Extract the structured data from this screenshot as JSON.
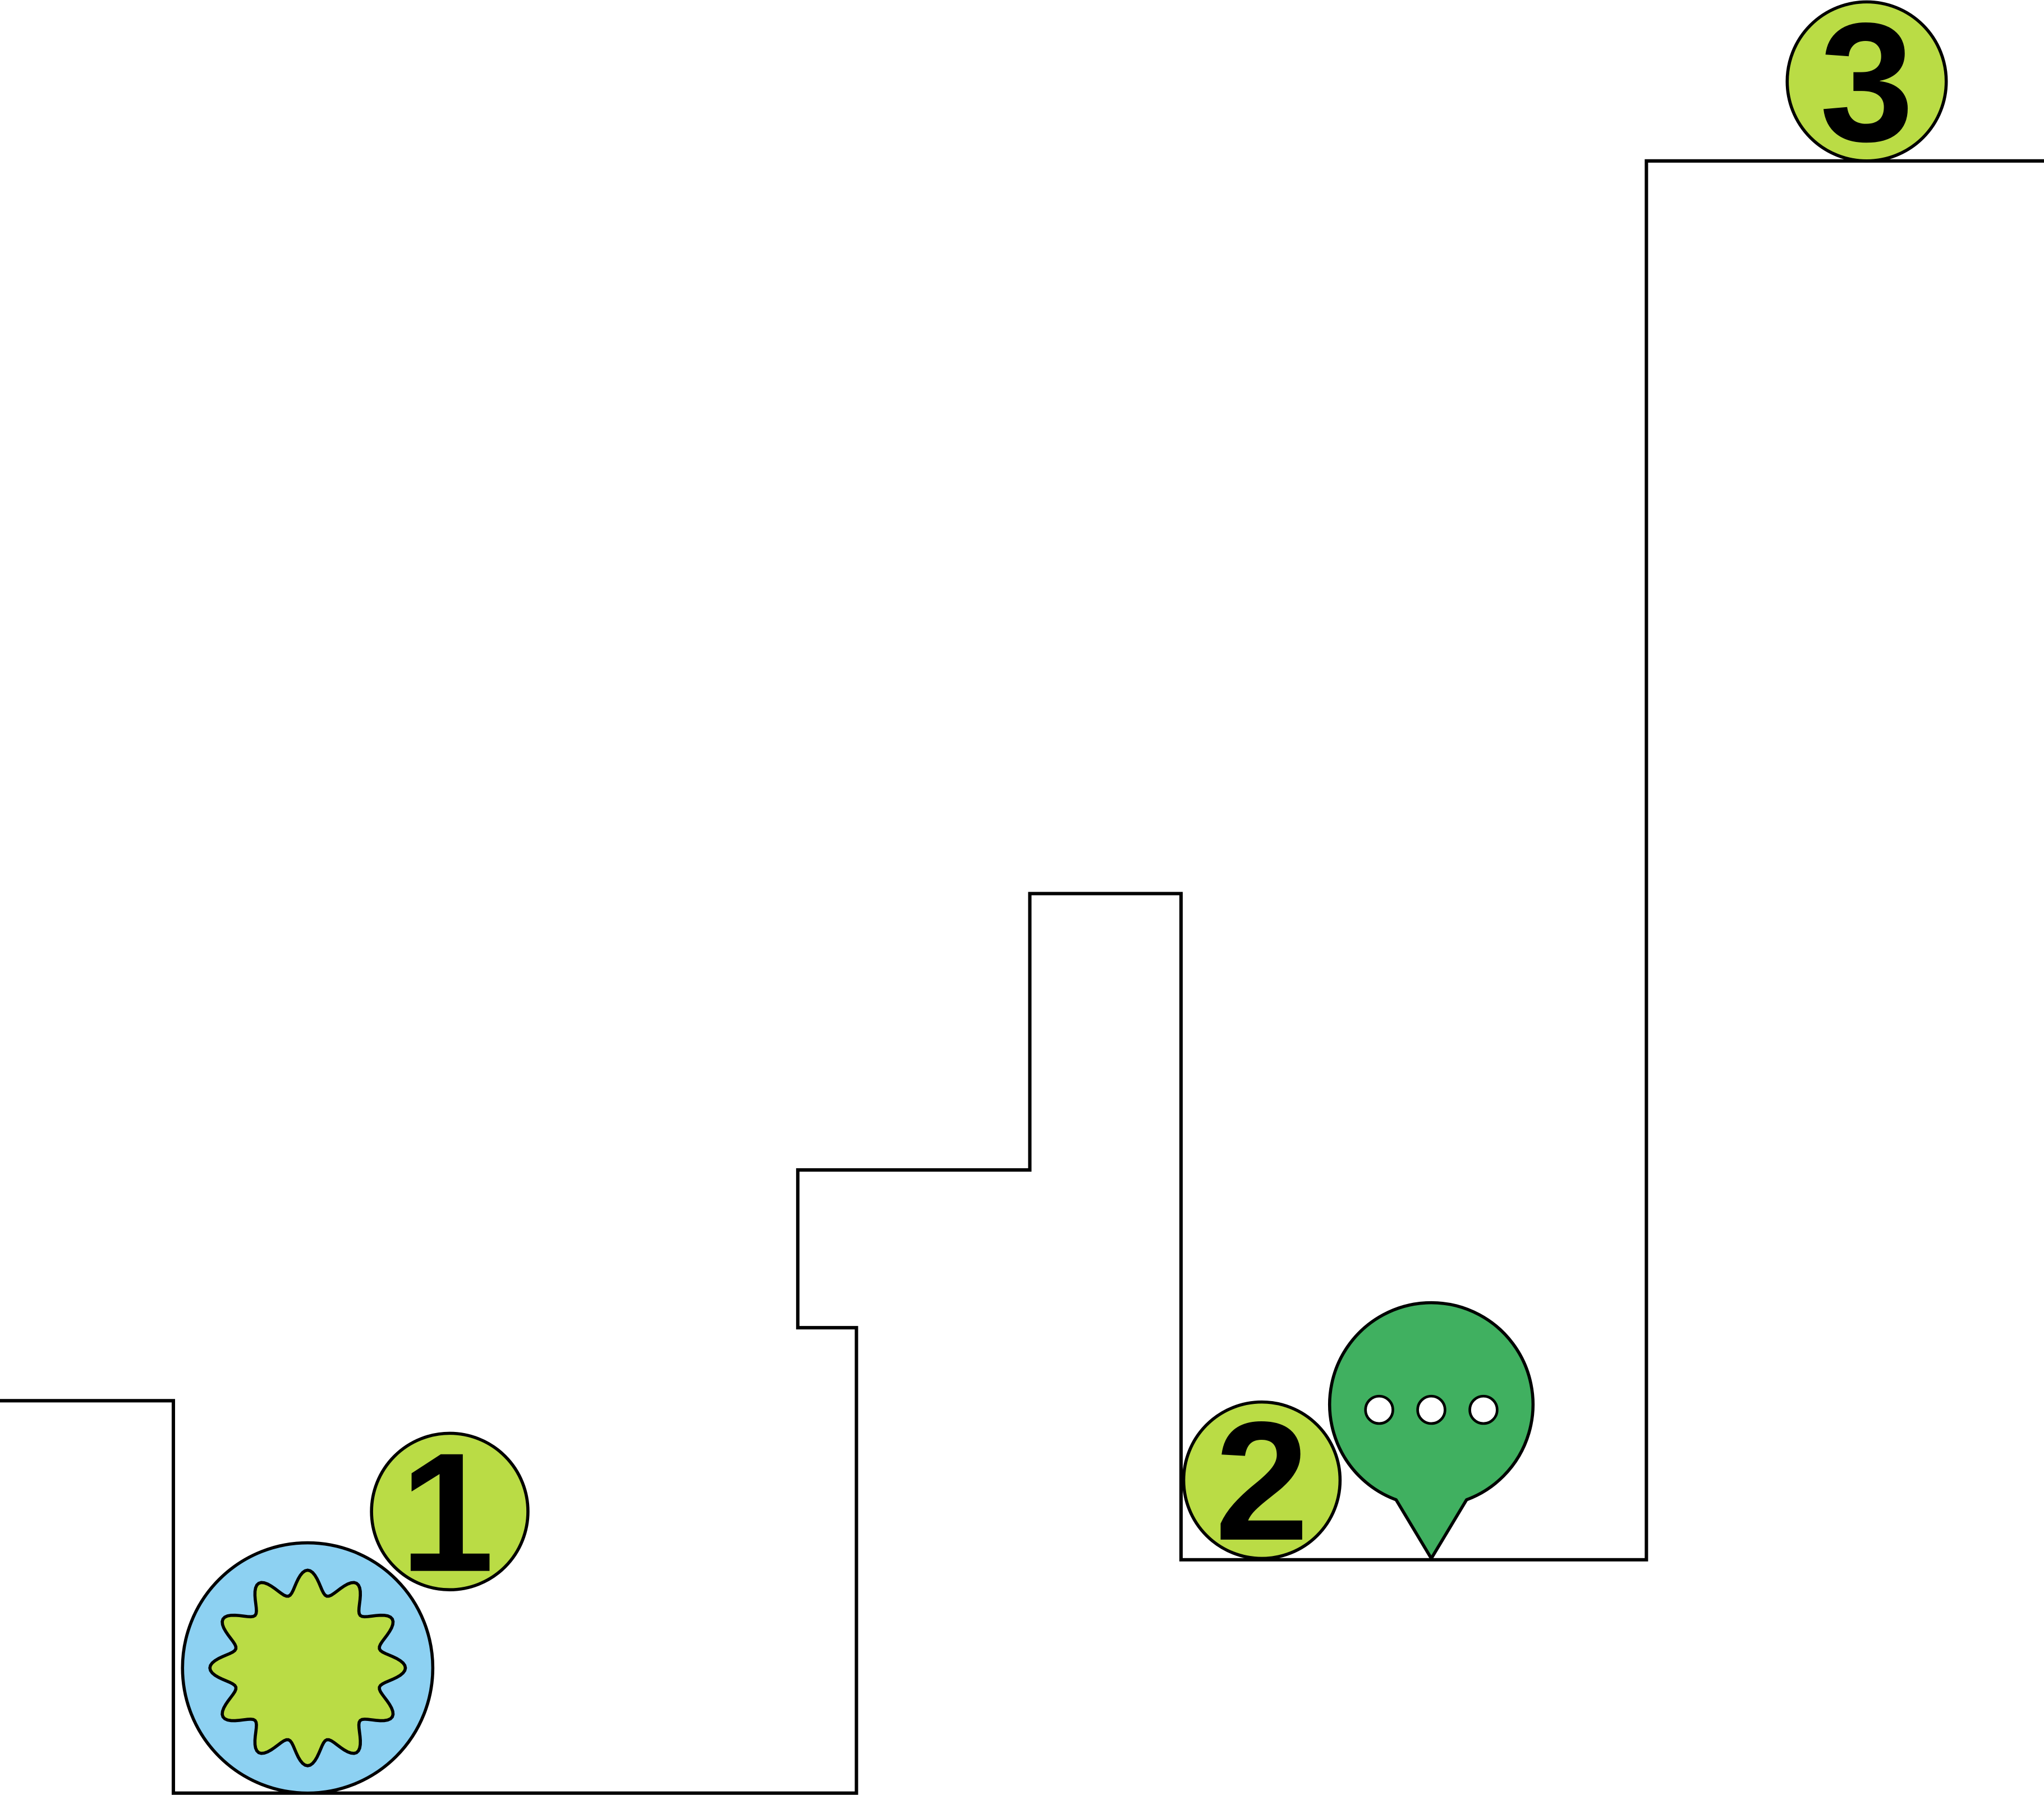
{
  "diagram": {
    "colors": {
      "stroke": "#000000",
      "marker_fill": "#badc45",
      "bubble_ring": "#8dd1f2",
      "speech_bubble": "#40b060",
      "speech_dots": "#ffffff",
      "background": "#ffffff"
    },
    "markers": [
      {
        "id": "1",
        "label": "1"
      },
      {
        "id": "2",
        "label": "2"
      },
      {
        "id": "3",
        "label": "3"
      }
    ],
    "icons": [
      {
        "name": "badge-in-bubble-icon",
        "description_key": "green-starburst-in-blue-circle"
      },
      {
        "name": "speech-bubble-icon",
        "description_key": "ellipsis-speech-bubble"
      }
    ]
  }
}
